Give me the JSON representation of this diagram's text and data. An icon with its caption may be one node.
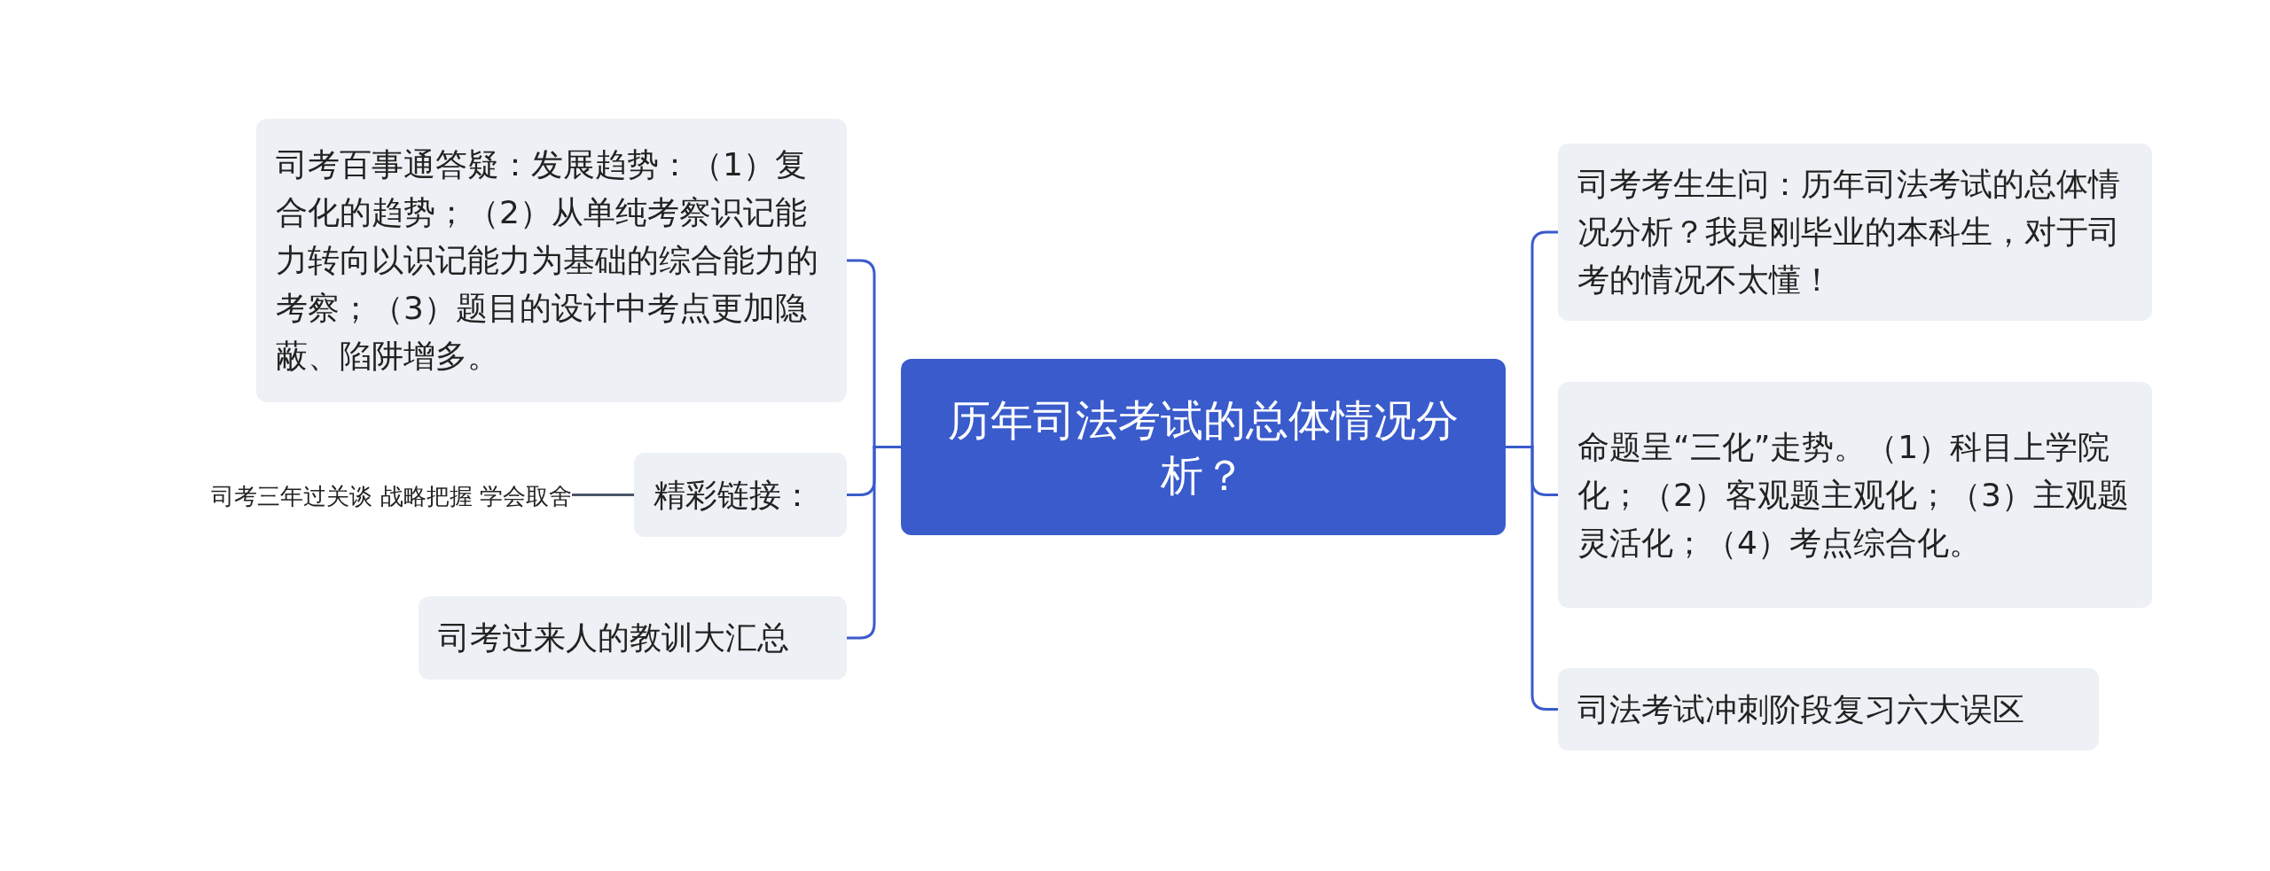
{
  "diagram": {
    "nodes": [
      {
        "text": [
          "历年司法考试的总体情况分析？"
        ]
      },
      {
        "text": [
          "司考百事通答疑：发展趋势：（1）复合化的趋势；（2）从单纯考察识记能力转向以识记能力为基础的综合能力的考察；（3）题目的设计中考点更加隐蔽、陷阱增多。"
        ]
      },
      {
        "text": [
          "精彩链接："
        ]
      },
      {
        "text": [
          "司考三年过关谈 战略把握 学会取舍"
        ]
      },
      {
        "text": [
          "司考过来人的教训大汇总"
        ]
      },
      {
        "text": [
          "司考考生生问：历年司法考试的总体情况分析？我是刚毕业的本科生，对于司考的情况不太懂！"
        ]
      },
      {
        "text": [
          "命题呈“三化”走势。（1）科目上学院化；（2）客观题主观化；（3）主观题灵活化；（4）考点综合化。"
        ]
      },
      {
        "text": [
          "司法考试冲刺阶段复习六大误区"
        ]
      }
    ],
    "edges": [
      {
        "from": 0,
        "to": 1,
        "arrow": "none"
      },
      {
        "from": 0,
        "to": 2,
        "arrow": "none"
      },
      {
        "from": 2,
        "to": 3,
        "arrow": "none",
        "color": "#4a5568"
      },
      {
        "from": 0,
        "to": 4,
        "arrow": "none"
      },
      {
        "from": 0,
        "to": 5,
        "arrow": "none"
      },
      {
        "from": 0,
        "to": 6,
        "arrow": "none"
      },
      {
        "from": 0,
        "to": 7,
        "arrow": "none"
      }
    ]
  }
}
